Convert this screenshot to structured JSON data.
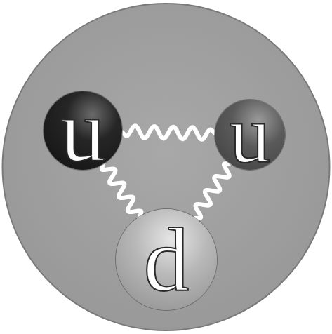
{
  "diagram": {
    "nodes": [
      {
        "text": [
          "u"
        ]
      },
      {
        "text": [
          "u"
        ]
      },
      {
        "text": [
          "d"
        ]
      }
    ],
    "edges": [
      {
        "from": 0,
        "to": 1,
        "arrow": "none"
      },
      {
        "from": 0,
        "to": 2,
        "arrow": "none"
      },
      {
        "from": 1,
        "to": 2,
        "arrow": "none"
      }
    ]
  }
}
